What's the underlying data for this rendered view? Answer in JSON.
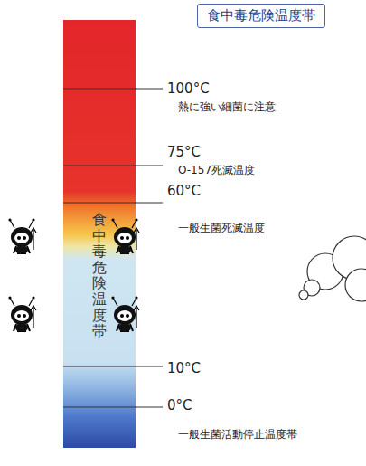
{
  "diagram": {
    "title": "食中毒危険温度帯",
    "nodes": [
      {
        "text": [
          "食中毒危険温度帯"
        ]
      }
    ],
    "labels": [
      "100°C",
      "熱に強い細菌に注意",
      "75°C",
      "O-157死滅温度",
      "60°C",
      "一般生菌死滅温度",
      "10°C",
      "0°C",
      "一般生菌活動停止温度帯"
    ]
  }
}
